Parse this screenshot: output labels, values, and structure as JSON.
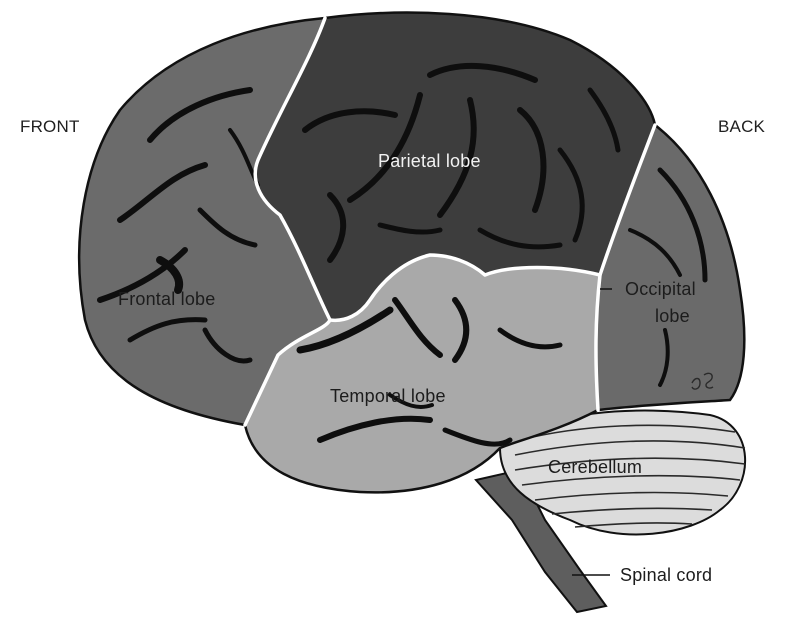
{
  "orientation": {
    "front": "FRONT",
    "back": "BACK"
  },
  "labels": {
    "parietal": "Parietal lobe",
    "frontal": "Frontal lobe",
    "occipital_line1": "Occipital",
    "occipital_line2": "lobe",
    "temporal": "Temporal lobe",
    "cerebellum": "Cerebellum",
    "spinal_cord": "Spinal cord"
  },
  "colors": {
    "frontal": "#6b6b6b",
    "parietal": "#3d3d3d",
    "occipital": "#6a6a6a",
    "temporal": "#a9a9a9",
    "cerebellum": "#dcdcdc",
    "brainstem": "#5e5e5e",
    "outline": "#111111",
    "boundary": "#ffffff"
  }
}
